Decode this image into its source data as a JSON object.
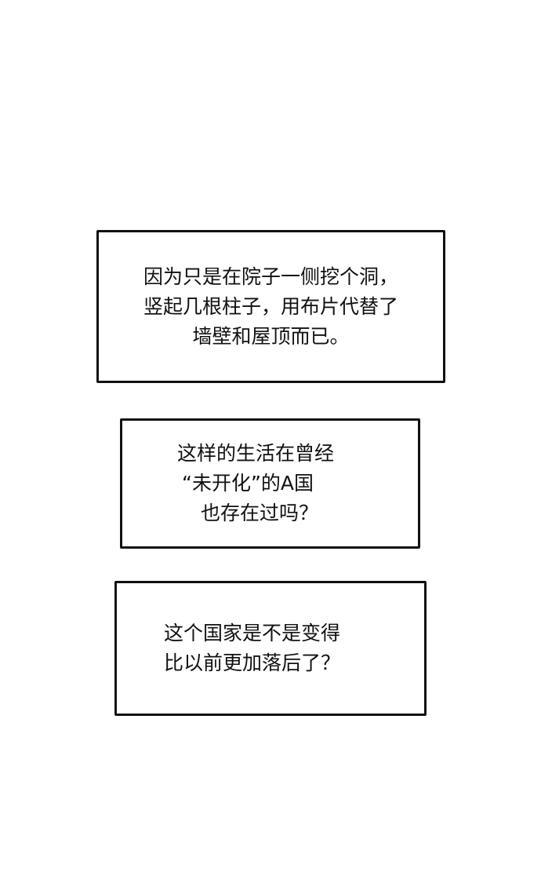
{
  "captions": [
    {
      "lines": [
        "因为只是在院子一侧挖个洞，",
        "竖起几根柱子，用布片代替了",
        "墙壁和屋顶而已。"
      ]
    },
    {
      "lines": [
        "这样的生活在曾经",
        "“未开化”的A国",
        "也存在过吗？"
      ]
    },
    {
      "lines": [
        "这个国家是不是变得",
        "比以前更加落后了？"
      ]
    }
  ],
  "colors": {
    "background": "#ffffff",
    "border": "#111111",
    "text": "#111111"
  }
}
